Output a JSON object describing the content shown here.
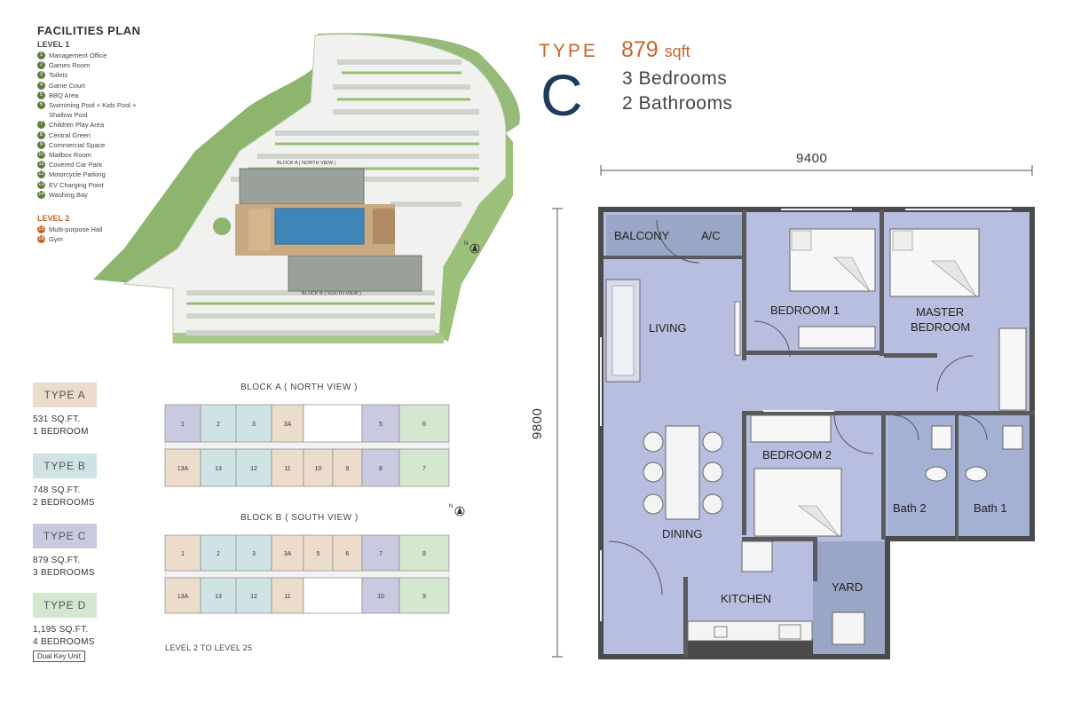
{
  "facilities": {
    "title": "FACILITIES PLAN",
    "level1_label": "LEVEL 1",
    "level1_items": [
      {
        "n": "1",
        "label": "Management Office"
      },
      {
        "n": "2",
        "label": "Games Room"
      },
      {
        "n": "3",
        "label": "Toilets"
      },
      {
        "n": "4",
        "label": "Game Court"
      },
      {
        "n": "5",
        "label": "BBQ Area"
      },
      {
        "n": "6",
        "label": "Swimming Pool + Kids Pool + Shallow Pool"
      },
      {
        "n": "7",
        "label": "Children Play Area"
      },
      {
        "n": "8",
        "label": "Central Green"
      },
      {
        "n": "9",
        "label": "Commercial Space"
      },
      {
        "n": "10",
        "label": "Mailbox Room"
      },
      {
        "n": "11",
        "label": "Covered Car Park"
      },
      {
        "n": "12",
        "label": "Motorcycle Parking"
      },
      {
        "n": "13",
        "label": "EV Charging Point"
      },
      {
        "n": "14",
        "label": "Washing Bay"
      }
    ],
    "level2_label": "LEVEL 2",
    "level2_items": [
      {
        "n": "15",
        "label": "Multi-purpose Hall"
      },
      {
        "n": "16",
        "label": "Gym"
      }
    ]
  },
  "site": {
    "block_a_label": "BLOCK A ( NORTH VIEW )",
    "block_b_label": "BLOCK B ( SOUTH VIEW )",
    "north": "N"
  },
  "unit_types": [
    {
      "label": "TYPE A",
      "size": "531 SQ.FT.",
      "rooms": "1 BEDROOM",
      "color": "#ecdccb"
    },
    {
      "label": "TYPE B",
      "size": "748 SQ.FT.",
      "rooms": "2 BEDROOMS",
      "color": "#cfe3e4"
    },
    {
      "label": "TYPE C",
      "size": "879 SQ.FT.",
      "rooms": "3 BEDROOMS",
      "color": "#c9c9e0"
    },
    {
      "label": "TYPE D",
      "size": "1,195  SQ.FT.",
      "rooms": "4 BEDROOMS",
      "color": "#d3e8cf"
    }
  ],
  "dual_key": "Dual Key Unit",
  "key_plans": {
    "block_a_title": "BLOCK A ( NORTH VIEW )",
    "block_b_title": "BLOCK B ( SOUTH VIEW )",
    "footer": "LEVEL 2 TO LEVEL 25",
    "north": "N",
    "block_a_top": [
      {
        "label": "1",
        "type": "C"
      },
      {
        "label": "2",
        "type": "B"
      },
      {
        "label": "3",
        "type": "B"
      },
      {
        "label": "3A",
        "type": "A"
      },
      {
        "label": "",
        "type": "core"
      },
      {
        "label": "5",
        "type": "C"
      },
      {
        "label": "6",
        "type": "D"
      }
    ],
    "block_a_bottom": [
      {
        "label": "13A",
        "type": "A"
      },
      {
        "label": "13",
        "type": "B"
      },
      {
        "label": "12",
        "type": "B"
      },
      {
        "label": "11",
        "type": "A"
      },
      {
        "label": "10",
        "type": "A"
      },
      {
        "label": "9",
        "type": "A"
      },
      {
        "label": "8",
        "type": "C"
      },
      {
        "label": "7",
        "type": "D"
      }
    ],
    "block_b_top": [
      {
        "label": "1",
        "type": "A"
      },
      {
        "label": "2",
        "type": "B"
      },
      {
        "label": "3",
        "type": "B"
      },
      {
        "label": "3A",
        "type": "A"
      },
      {
        "label": "5",
        "type": "A"
      },
      {
        "label": "6",
        "type": "A"
      },
      {
        "label": "7",
        "type": "C"
      },
      {
        "label": "8",
        "type": "D"
      }
    ],
    "block_b_bottom": [
      {
        "label": "13A",
        "type": "A"
      },
      {
        "label": "13",
        "type": "B"
      },
      {
        "label": "12",
        "type": "B"
      },
      {
        "label": "11",
        "type": "A"
      },
      {
        "label": "",
        "type": "core"
      },
      {
        "label": "10",
        "type": "C"
      },
      {
        "label": "9",
        "type": "D"
      }
    ]
  },
  "header": {
    "type_word": "TYPE",
    "type_letter": "C",
    "sqft_value": "879",
    "sqft_unit": "sqft",
    "bedrooms": "3 Bedrooms",
    "bathrooms": "2 Bathrooms"
  },
  "floorplan": {
    "width_dim": "9400",
    "height_dim": "9800",
    "rooms": {
      "balcony": "BALCONY",
      "ac": "A/C",
      "living": "LIVING",
      "bedroom1": "BEDROOM 1",
      "master_line1": "MASTER",
      "master_line2": "BEDROOM",
      "bedroom2": "BEDROOM 2",
      "dining": "DINING",
      "kitchen": "KITCHEN",
      "yard": "YARD",
      "bath2": "Bath 2",
      "bath1": "Bath 1"
    }
  },
  "colors": {
    "accent_orange": "#c8642b",
    "navy": "#1f3a5c",
    "floor_fill": "#b7bedf",
    "wall": "#4a4a4a",
    "type_a": "#ecdccb",
    "type_b": "#cfe3e4",
    "type_c": "#c9c9e0",
    "type_d": "#d3e8cf"
  }
}
